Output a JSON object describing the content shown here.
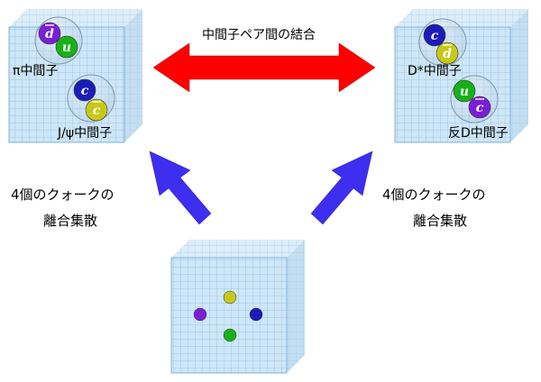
{
  "binding_arrow": {
    "label": "中間子ペア間の結合",
    "color": "#ff0000"
  },
  "left_system": {
    "pi_meson": {
      "label": "π中間子",
      "quarks": [
        {
          "symbol": "d",
          "bar": true,
          "color": "#7b1fd6"
        },
        {
          "symbol": "u",
          "bar": false,
          "color": "#17b117"
        }
      ]
    },
    "jpsi_meson": {
      "label": "J/ψ中間子",
      "quarks": [
        {
          "symbol": "c",
          "bar": false,
          "color": "#1c1cb8"
        },
        {
          "symbol": "c",
          "bar": true,
          "color": "#c8c81a"
        }
      ]
    }
  },
  "right_system": {
    "dstar_meson": {
      "label": "D*中間子",
      "quarks": [
        {
          "symbol": "c",
          "bar": false,
          "color": "#1c1cb8"
        },
        {
          "symbol": "d",
          "bar": true,
          "color": "#c8c81a"
        }
      ]
    },
    "antid_meson": {
      "label": "反D中間子",
      "quarks": [
        {
          "symbol": "u",
          "bar": false,
          "color": "#17b117"
        },
        {
          "symbol": "c",
          "bar": true,
          "color": "#7b1fd6"
        }
      ]
    }
  },
  "cluster_arrows": {
    "left_label_line1": "4個のクォークの",
    "left_label_line2": "離合集散",
    "right_label_line1": "4個のクォークの",
    "right_label_line2": "離合集散",
    "color": "#3d2ef0"
  },
  "bottom_system": {
    "quark_colors": [
      "#c8c81a",
      "#7b1fd6",
      "#1c1cb8",
      "#17b117"
    ]
  },
  "colors": {
    "lattice_fill": "#cfe6f7",
    "lattice_line": "#8fc1e4"
  }
}
